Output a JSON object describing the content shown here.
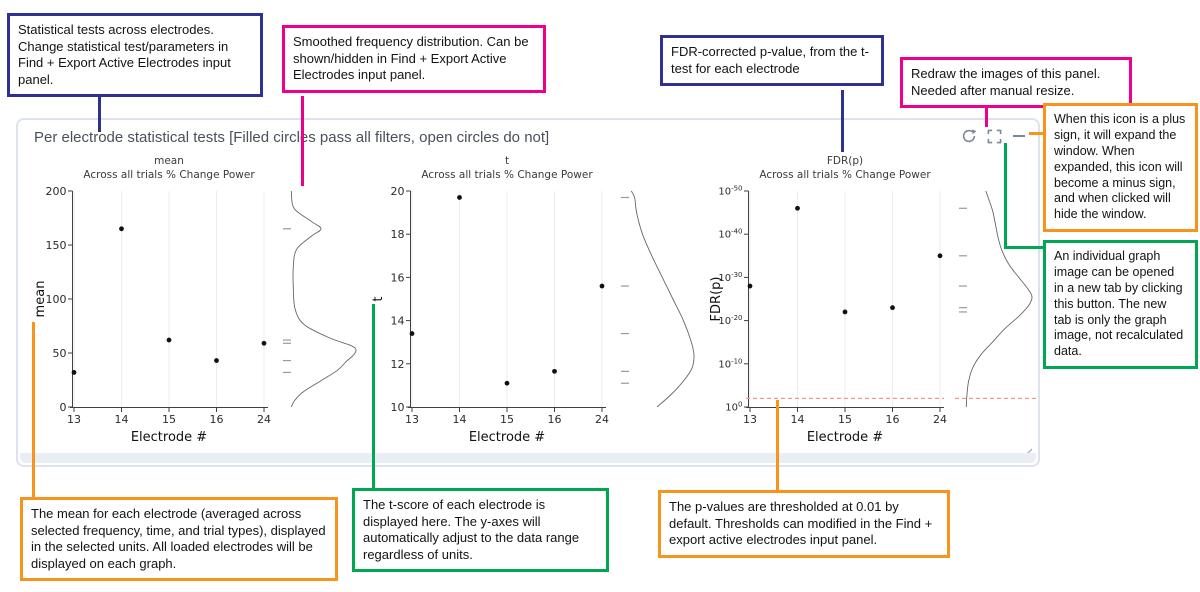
{
  "colors": {
    "navy": "#2e3192",
    "pink": "#ec008c",
    "orange": "#f7941d",
    "green": "#00a651",
    "threshold_line": "#f2998a",
    "icon": "#7b879b",
    "panel_border": "#dde3ec",
    "panel_strip": "#e9edf4",
    "title_text": "#49505c",
    "point": "#111111",
    "grid": "#ececec",
    "axis": "#3f3f3f",
    "density_curve": "#666666",
    "rug": "#999999"
  },
  "panel": {
    "title": "Per electrode statistical tests [Filled circles pass all filters, open circles do not]"
  },
  "icons": [
    {
      "name": "refresh-icon",
      "meaning": "Redraw the images of this panel"
    },
    {
      "name": "open-in-new-tab-icon",
      "meaning": "Open graph image in a new tab"
    },
    {
      "name": "collapse-icon",
      "meaning": "Minus sign collapses window; plus sign expands it"
    },
    {
      "name": "resize-handle-icon",
      "meaning": "Manual resize grip"
    }
  ],
  "annotations": [
    {
      "id": "stat-tests",
      "color": "navy",
      "text": "Statistical tests across electrodes. Change statistical test/parameters in Find + Export Active Electrodes input panel."
    },
    {
      "id": "smoothed-distribution",
      "color": "pink",
      "text": "Smoothed frequency distribution. Can be shown/hidden in Find + Export Active Electrodes input panel."
    },
    {
      "id": "fdr-pvalue",
      "color": "navy",
      "text": "FDR-corrected p-value, from the t-test for each electrode"
    },
    {
      "id": "redraw",
      "color": "pink",
      "text": "Redraw the images of this panel. Needed after manual resize."
    },
    {
      "id": "expand-collapse",
      "color": "orange",
      "text": "When this icon is a plus sign, it will expand the window. When expanded, this icon will become a minus sign, and when clicked will hide the window."
    },
    {
      "id": "new-tab",
      "color": "green",
      "text": "An individual graph image can be opened in a new tab by clicking this button. The new tab is only the graph image, not recalculated data."
    },
    {
      "id": "mean-graph",
      "color": "orange",
      "text": "The mean for each electrode (averaged across selected frequency, time, and trial types), displayed in the selected units. All loaded electrodes will be displayed on each graph."
    },
    {
      "id": "t-score",
      "color": "green",
      "text": "The t-score of each electrode is displayed here. The y-axes will automatically adjust to the data range regardless of units."
    },
    {
      "id": "p-threshold",
      "color": "orange",
      "text": "The p-values are thresholded at 0.01 by default. Thresholds can modified in the Find + export active electrodes input panel."
    }
  ],
  "chart_data": [
    {
      "type": "scatter",
      "title": "mean",
      "subtitle": "Across all trials % Change Power",
      "xlabel": "Electrode #",
      "ylabel": "mean",
      "categories": [
        "13",
        "14",
        "15",
        "16",
        "24"
      ],
      "values": [
        32,
        165,
        62,
        43,
        59
      ],
      "ylim": [
        0,
        200
      ],
      "yticks": [
        0,
        50,
        100,
        150,
        200
      ],
      "grid": "vertical",
      "legend": "none",
      "points_filled": true,
      "rug_marks": true,
      "density_profile": [
        [
          0,
          0.02
        ],
        [
          0.08,
          0.06
        ],
        [
          0.14,
          0.32
        ],
        [
          0.175,
          0.47
        ],
        [
          0.21,
          0.32
        ],
        [
          0.27,
          0.1
        ],
        [
          0.35,
          0.05
        ],
        [
          0.45,
          0.05
        ],
        [
          0.55,
          0.08
        ],
        [
          0.62,
          0.22
        ],
        [
          0.68,
          0.6
        ],
        [
          0.715,
          0.92
        ],
        [
          0.735,
          1.0
        ],
        [
          0.76,
          0.96
        ],
        [
          0.79,
          0.85
        ],
        [
          0.83,
          0.72
        ],
        [
          0.88,
          0.46
        ],
        [
          0.93,
          0.2
        ],
        [
          0.97,
          0.07
        ],
        [
          1,
          0.02
        ]
      ]
    },
    {
      "type": "scatter",
      "title": "t",
      "subtitle": "Across all trials % Change Power",
      "xlabel": "Electrode #",
      "ylabel": "t",
      "categories": [
        "13",
        "14",
        "15",
        "16",
        "24"
      ],
      "values": [
        13.4,
        19.7,
        11.1,
        11.65,
        15.6
      ],
      "ylim": [
        10,
        20
      ],
      "yticks": [
        10,
        12,
        14,
        16,
        18,
        20
      ],
      "grid": "vertical",
      "legend": "none",
      "points_filled": true,
      "rug_marks": true,
      "density_profile": [
        [
          0,
          0.05
        ],
        [
          0.03,
          0.1
        ],
        [
          0.1,
          0.13
        ],
        [
          0.2,
          0.22
        ],
        [
          0.3,
          0.36
        ],
        [
          0.4,
          0.52
        ],
        [
          0.5,
          0.68
        ],
        [
          0.6,
          0.84
        ],
        [
          0.7,
          0.96
        ],
        [
          0.76,
          1.0
        ],
        [
          0.82,
          0.97
        ],
        [
          0.88,
          0.84
        ],
        [
          0.94,
          0.66
        ],
        [
          1,
          0.44
        ]
      ]
    },
    {
      "type": "scatter",
      "title": "FDR(p)",
      "subtitle": "Across all trials % Change Power",
      "xlabel": "Electrode #",
      "ylabel": "FDR(p)",
      "categories": [
        "13",
        "14",
        "15",
        "16",
        "24"
      ],
      "log_exponents": true,
      "values": [
        -28,
        -46,
        -22,
        -23,
        -35
      ],
      "ylim": [
        0,
        -50
      ],
      "yticks": [
        0,
        -10,
        -20,
        -30,
        -40,
        -50
      ],
      "grid": "vertical",
      "legend": "none",
      "points_filled": true,
      "rug_marks": true,
      "threshold_p": 0.01,
      "density_profile": [
        [
          0,
          0.3
        ],
        [
          0.06,
          0.37
        ],
        [
          0.1,
          0.41
        ],
        [
          0.16,
          0.45
        ],
        [
          0.22,
          0.49
        ],
        [
          0.28,
          0.55
        ],
        [
          0.34,
          0.65
        ],
        [
          0.4,
          0.8
        ],
        [
          0.45,
          0.93
        ],
        [
          0.49,
          1.0
        ],
        [
          0.53,
          0.95
        ],
        [
          0.58,
          0.8
        ],
        [
          0.64,
          0.58
        ],
        [
          0.7,
          0.4
        ],
        [
          0.76,
          0.22
        ],
        [
          0.82,
          0.1
        ],
        [
          0.88,
          0.04
        ],
        [
          0.94,
          0.015
        ],
        [
          1,
          0.005
        ]
      ]
    }
  ]
}
